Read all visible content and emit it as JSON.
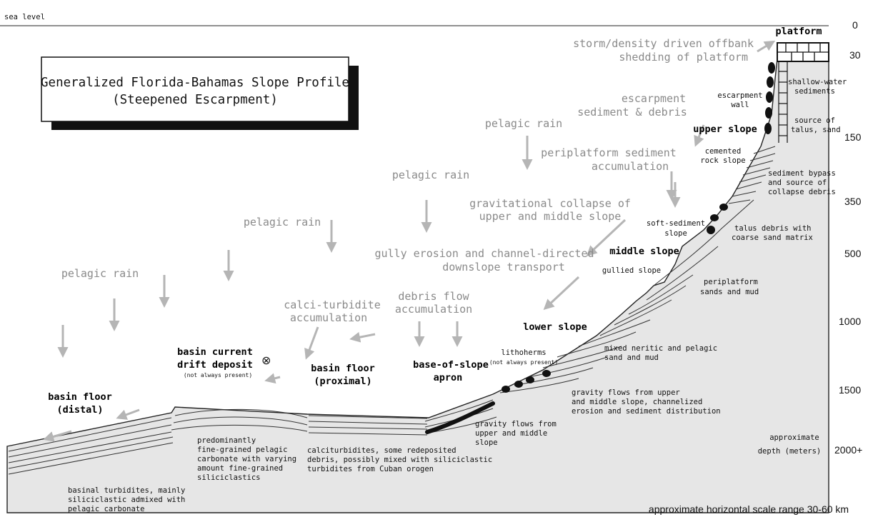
{
  "sea_level": "sea level",
  "title": {
    "line1": "Generalized Florida-Bahamas Slope Profile",
    "line2": "(Steepened Escarpment)"
  },
  "depth_axis": {
    "ticks": [
      "0",
      "30",
      "150",
      "350",
      "500",
      "1000",
      "1500",
      "2000+"
    ],
    "label_line1": "approximate",
    "label_line2": "depth (meters)"
  },
  "horizontal_scale": "approximate horizontal scale range 30-60 km",
  "zones": {
    "platform": "platform",
    "upper_slope": "upper slope",
    "middle_slope": "middle slope",
    "lower_slope": "lower slope",
    "base_apron_1": "base-of-slope",
    "base_apron_2": "apron",
    "basin_proximal_1": "basin floor",
    "basin_proximal_2": "(proximal)",
    "basin_distal_1": "basin floor",
    "basin_distal_2": "(distal)",
    "drift_1": "basin current",
    "drift_2": "drift deposit",
    "drift_note": "(not always present)"
  },
  "gray_labels": {
    "storm_1": "storm/density driven offbank",
    "storm_2": "shedding of platform",
    "escarp_1": "escarpment",
    "escarp_2": "sediment & debris",
    "pelagic": "pelagic rain",
    "peri_1": "periplatform sediment",
    "peri_2": "accumulation",
    "grav_1": "gravitational collapse of",
    "grav_2": "upper and middle slope",
    "gully_1": "gully erosion and channel-directed",
    "gully_2": "downslope transport",
    "debris_1": "debris flow",
    "debris_2": "accumulation",
    "calci_1": "calci-turbidite",
    "calci_2": "accumulation"
  },
  "small_labels": {
    "shallow_1": "shallow-water",
    "shallow_2": "sediments",
    "escwall_1": "escarpment",
    "escwall_2": "wall",
    "source_1": "source of",
    "source_2": "talus, sand",
    "cemented_1": "cemented",
    "cemented_2": "rock slope",
    "bypass_1": "sediment bypass",
    "bypass_2": "and source of",
    "bypass_3": "collapse debris",
    "soft_1": "soft-sediment",
    "soft_2": "slope",
    "talus_1": "talus debris with",
    "talus_2": "coarse sand matrix",
    "gullied": "gullied slope",
    "periplat_1": "periplatform",
    "periplat_2": "sands and mud",
    "mixed_1": "mixed neritic and pelagic",
    "mixed_2": "sand and mud",
    "litho": "lithoherms",
    "litho_note": "(not always present)",
    "gflow1_1": "gravity flows from upper",
    "gflow1_2": "and middle slope, channelized",
    "gflow1_3": "erosion and sediment distribution",
    "gflow2_1": "gravity flows from",
    "gflow2_2": "upper and middle",
    "gflow2_3": "slope",
    "calciturb_1": "calciturbidites, some redeposited",
    "calciturb_2": "debris, possibly mixed with siliciclastic",
    "calciturb_3": "turbidites from Cuban orogen",
    "predom_1": "predominantly",
    "predom_2": "fine-grained pelagic",
    "predom_3": "carbonate with varying",
    "predom_4": "amount fine-grained",
    "predom_5": "siliciclastics",
    "basinal_1": "basinal turbidites, mainly",
    "basinal_2": "siliciclastic admixed with",
    "basinal_3": "pelagic carbonate"
  }
}
